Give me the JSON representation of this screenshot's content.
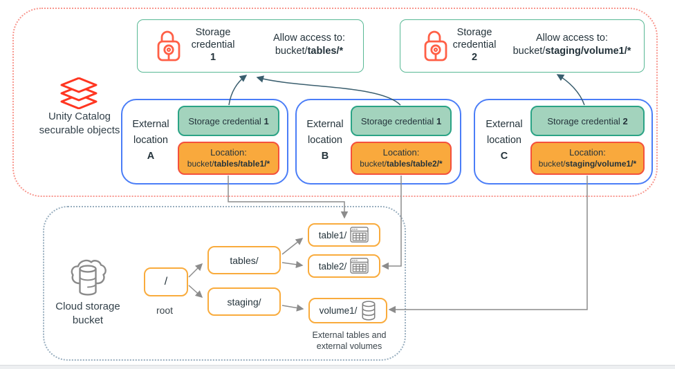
{
  "colors": {
    "databricks_red": "#FF3621",
    "lock_red": "#FF5F46",
    "green_border": "#2AA385",
    "green_fill": "#A3D3BD",
    "orange_fill": "#F9A93D",
    "orange_border": "#F4503C",
    "blue_border": "#4A7DF7",
    "node_border": "#F9AB3C",
    "dotted_red": "#F8968D",
    "dotted_blue": "#97ADBE",
    "connector_gray": "#8C8C8C",
    "arrow_dark": "#3A5E6E"
  },
  "unity_section": {
    "icon": "layers-stack-icon",
    "label_line1": "Unity Catalog",
    "label_line2": "securable objects",
    "credentials": [
      {
        "icon": "lock-icon",
        "name_line1": "Storage",
        "name_line2": "credential",
        "number": "1",
        "allow_title": "Allow access to:",
        "allow_prefix": "bucket/",
        "allow_bold": "tables/*"
      },
      {
        "icon": "lock-icon",
        "name_line1": "Storage",
        "name_line2": "credential",
        "number": "2",
        "allow_title": "Allow access to:",
        "allow_prefix": "bucket/",
        "allow_bold": "staging/volume1/*"
      }
    ],
    "external_locations": [
      {
        "label_line1": "External",
        "label_line2": "location",
        "letter": "A",
        "credential_label": "Storage credential",
        "credential_number": "1",
        "location_title": "Location:",
        "location_prefix": "bucket/",
        "location_bold": "tables/table1/*"
      },
      {
        "label_line1": "External",
        "label_line2": "location",
        "letter": "B",
        "credential_label": "Storage credential",
        "credential_number": "1",
        "location_title": "Location:",
        "location_prefix": "bucket/",
        "location_bold": "tables/table2/*"
      },
      {
        "label_line1": "External",
        "label_line2": "location",
        "letter": "C",
        "credential_label": "Storage credential",
        "credential_number": "2",
        "location_title": "Location:",
        "location_prefix": "bucket/",
        "location_bold": "staging/volume1/*"
      }
    ]
  },
  "bucket_section": {
    "icon": "cloud-database-icon",
    "label_line1": "Cloud storage",
    "label_line2": "bucket",
    "root_node": {
      "text": "/",
      "label": "root"
    },
    "folder_nodes": [
      {
        "text": "tables/"
      },
      {
        "text": "staging/"
      }
    ],
    "leaf_nodes": [
      {
        "text": "table1/",
        "icon": "table-icon"
      },
      {
        "text": "table2/",
        "icon": "table-icon"
      },
      {
        "text": "volume1/",
        "icon": "database-icon"
      }
    ],
    "caption_line1": "External tables and",
    "caption_line2": "external volumes"
  }
}
